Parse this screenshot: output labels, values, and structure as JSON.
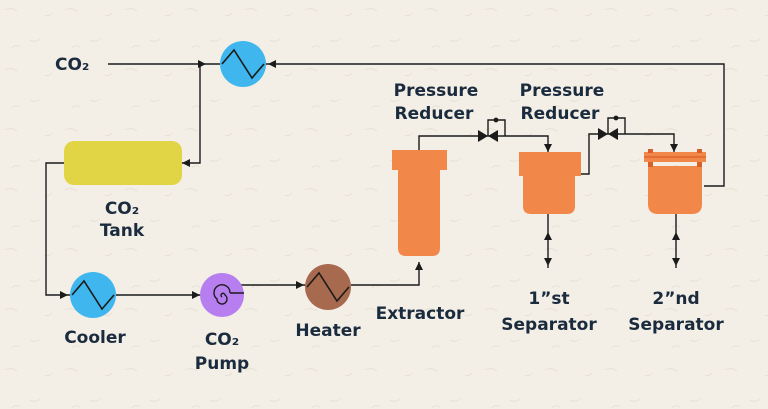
{
  "labels": {
    "co2_input": "CO₂",
    "co2_tank_line1": "CO₂",
    "co2_tank_line2": "Tank",
    "cooler": "Cooler",
    "co2_pump_line1": "CO₂",
    "co2_pump_line2": "Pump",
    "heater": "Heater",
    "extractor": "Extractor",
    "pressure_reducer_1_line1": "Pressure",
    "pressure_reducer_1_line2": "Reducer",
    "pressure_reducer_2_line1": "Pressure",
    "pressure_reducer_2_line2": "Reducer",
    "separator_1_line1": "1”st",
    "separator_1_line2": "Separator",
    "separator_2_line1": "2”nd",
    "separator_2_line2": "Separator"
  },
  "colors": {
    "background": "#f3efe6",
    "heat_exchanger": "#3fb6ee",
    "tank": "#e2d545",
    "pump": "#b77ef0",
    "heater": "#a86a4e",
    "vessel": "#f2874a",
    "vessel_accent": "#d95f2a",
    "label_text": "#1b2b3e",
    "pipe": "#1b1b1b"
  },
  "icons": {
    "top_exchanger": "heat-exchanger-icon",
    "cooler": "heat-exchanger-icon",
    "pump": "pump-spiral-icon",
    "heater": "heat-exchanger-icon",
    "valve": "valve-icon"
  }
}
